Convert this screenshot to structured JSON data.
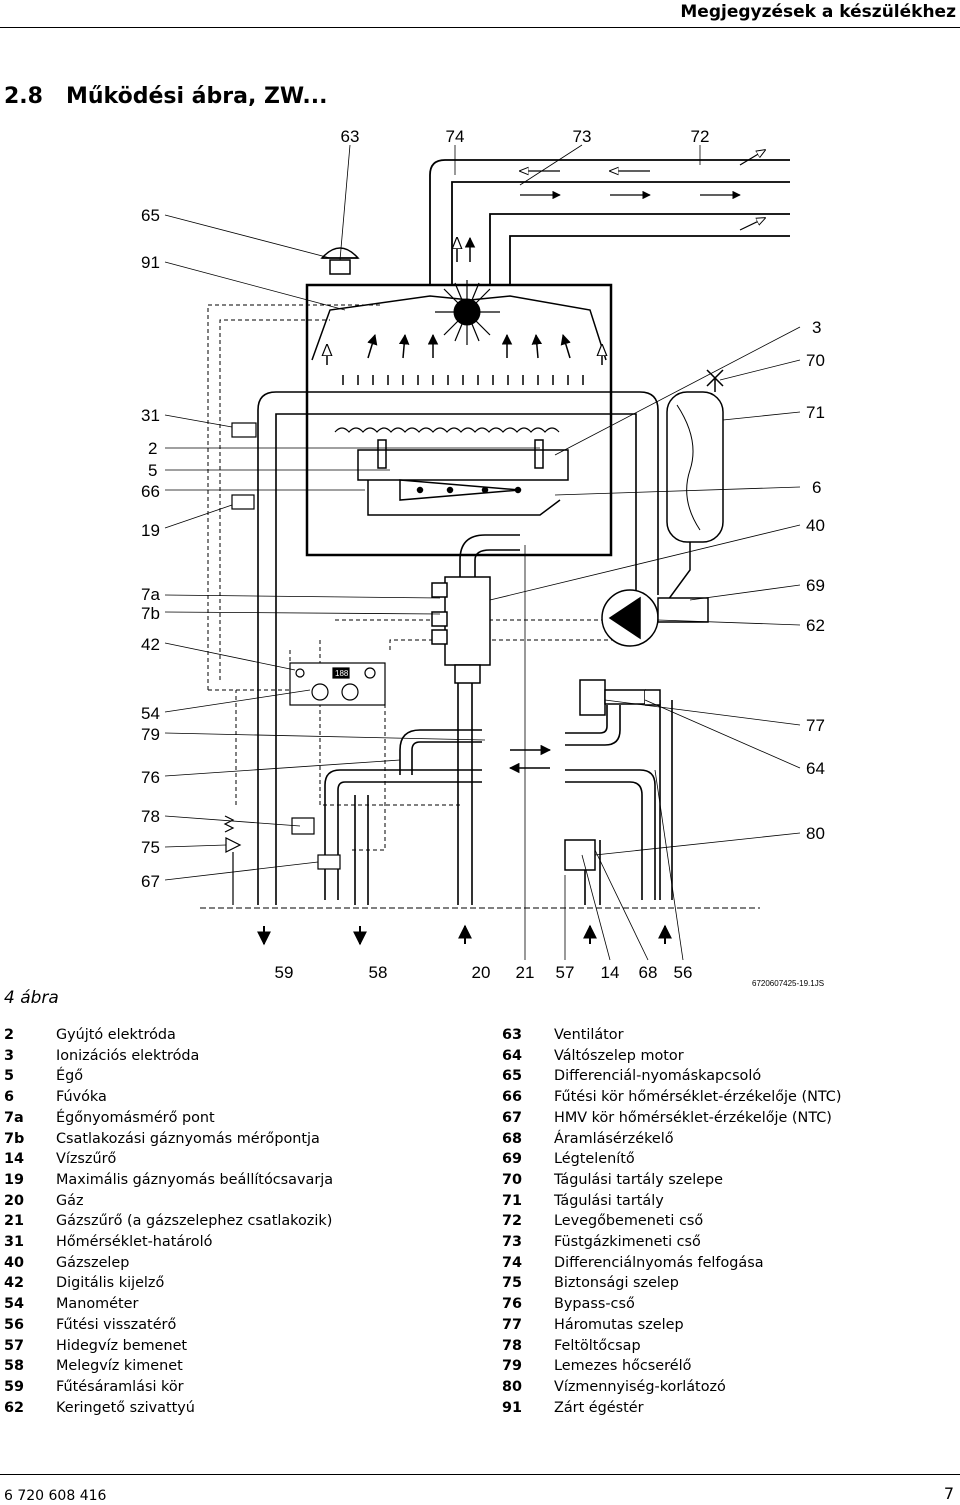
{
  "header": {
    "title": "Megjegyzések a készülékhez"
  },
  "section": {
    "number": "2.8",
    "title": "Működési ábra, ZW..."
  },
  "diagram": {
    "code": "6720607425-19.1JS",
    "display_text": "188",
    "labels_top": [
      "63",
      "74",
      "73",
      "72"
    ],
    "labels_left": [
      "65",
      "91",
      "31",
      "2",
      "5",
      "66",
      "19",
      "7a",
      "7b",
      "42",
      "54",
      "79",
      "76",
      "78",
      "75",
      "67"
    ],
    "labels_right": [
      "3",
      "70",
      "71",
      "6",
      "40",
      "69",
      "62",
      "77",
      "64",
      "80"
    ],
    "labels_bottom": [
      "59",
      "58",
      "20",
      "21",
      "57",
      "14",
      "68",
      "56"
    ]
  },
  "caption": "4 ábra",
  "legend_left": [
    {
      "key": "2",
      "text": "Gyújtó elektróda"
    },
    {
      "key": "3",
      "text": "Ionizációs elektróda"
    },
    {
      "key": "5",
      "text": "Égő"
    },
    {
      "key": "6",
      "text": "Fúvóka"
    },
    {
      "key": "7a",
      "text": "Égőnyomásmérő pont"
    },
    {
      "key": "7b",
      "text": "Csatlakozási gáznyomás mérőpontja"
    },
    {
      "key": "14",
      "text": "Vízszűrő"
    },
    {
      "key": "19",
      "text": "Maximális gáznyomás beállítócsavarja"
    },
    {
      "key": "20",
      "text": "Gáz"
    },
    {
      "key": "21",
      "text": "Gázszűrő (a gázszelephez csatlakozik)"
    },
    {
      "key": "31",
      "text": "Hőmérséklet-határoló"
    },
    {
      "key": "40",
      "text": "Gázszelep"
    },
    {
      "key": "42",
      "text": "Digitális kijelző"
    },
    {
      "key": "54",
      "text": "Manométer"
    },
    {
      "key": "56",
      "text": "Fűtési visszatérő"
    },
    {
      "key": "57",
      "text": "Hidegvíz bemenet"
    },
    {
      "key": "58",
      "text": "Melegvíz kimenet"
    },
    {
      "key": "59",
      "text": "Fűtésáramlási kör"
    },
    {
      "key": "62",
      "text": "Keringető szivattyú"
    }
  ],
  "legend_right": [
    {
      "key": "63",
      "text": "Ventilátor"
    },
    {
      "key": "64",
      "text": "Váltószelep motor"
    },
    {
      "key": "65",
      "text": "Differenciál-nyomáskapcsoló"
    },
    {
      "key": "66",
      "text": "Fűtési kör hőmérséklet-érzékelője (NTC)"
    },
    {
      "key": "67",
      "text": "HMV kör hőmérséklet-érzékelője (NTC)"
    },
    {
      "key": "68",
      "text": "Áramlásérzékelő"
    },
    {
      "key": "69",
      "text": "Légtelenítő"
    },
    {
      "key": "70",
      "text": "Tágulási tartály szelepe"
    },
    {
      "key": "71",
      "text": "Tágulási tartály"
    },
    {
      "key": "72",
      "text": "Levegőbemeneti cső"
    },
    {
      "key": "73",
      "text": "Füstgázkimeneti cső"
    },
    {
      "key": "74",
      "text": "Differenciálnyomás felfogása"
    },
    {
      "key": "75",
      "text": "Biztonsági szelep"
    },
    {
      "key": "76",
      "text": "Bypass-cső"
    },
    {
      "key": "77",
      "text": "Háromutas szelep"
    },
    {
      "key": "78",
      "text": "Feltöltőcsap"
    },
    {
      "key": "79",
      "text": "Lemezes hőcserélő"
    },
    {
      "key": "80",
      "text": "Vízmennyiség-korlátozó"
    },
    {
      "key": "91",
      "text": "Zárt égéstér"
    }
  ],
  "footer": {
    "doc_number": "6 720 608 416",
    "page": "7"
  }
}
